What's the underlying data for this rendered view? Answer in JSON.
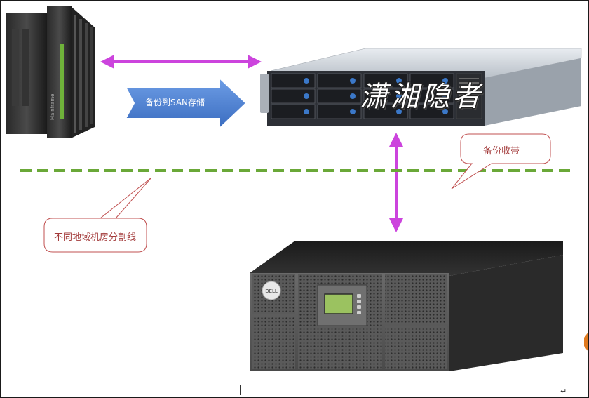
{
  "labels": {
    "backup_to_san": "备份到SAN存储",
    "backup_tape": "备份收带",
    "datacenter_divider": "不同地域机房分割线",
    "watermark": "潇湘隐者",
    "return_mark": "↵"
  },
  "colors": {
    "link_arrow": "#cc44dd",
    "divider_line": "#6aa838",
    "callout_border": "#c05050",
    "callout_text": "#a33a3a",
    "blue_arrow": "#4a7fd1"
  },
  "devices": {
    "mainframe_badge": "Mainframe",
    "tape_brand": "DELL"
  }
}
